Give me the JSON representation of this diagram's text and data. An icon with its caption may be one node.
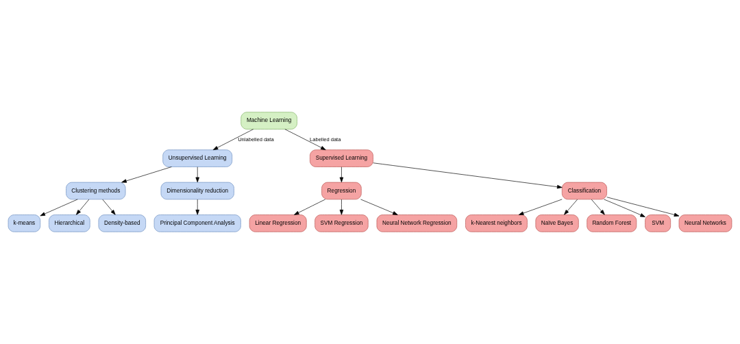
{
  "diagram": {
    "nodes": [
      {
        "text": [
          "Machine Learning"
        ]
      },
      {
        "text": [
          "Unsupervised Learning"
        ]
      },
      {
        "text": [
          "Supervised Learning"
        ]
      },
      {
        "text": [
          "Clustering methods"
        ]
      },
      {
        "text": [
          "Dimensionality reduction"
        ]
      },
      {
        "text": [
          "Regression"
        ]
      },
      {
        "text": [
          "Classification"
        ]
      },
      {
        "text": [
          "k-means"
        ]
      },
      {
        "text": [
          "Hierarchical"
        ]
      },
      {
        "text": [
          "Principal Component Analysis"
        ]
      },
      {
        "text": [
          "Linear Regression"
        ]
      },
      {
        "text": [
          "SVM Regression"
        ]
      },
      {
        "text": [
          "k-Nearest neighbors"
        ]
      },
      {
        "text": [
          "Naïve Bayes"
        ]
      },
      {
        "text": [
          "Density-based"
        ]
      },
      {
        "text": [
          "Neural Network Regression"
        ]
      },
      {
        "text": [
          "Random Forest"
        ]
      },
      {
        "text": [
          "SVM"
        ]
      },
      {
        "text": [
          "Neural Networks"
        ]
      }
    ],
    "edges": [
      {
        "from": 0,
        "to": 1,
        "arrow": "to",
        "label": "Unlabelled data"
      },
      {
        "from": 0,
        "to": 2,
        "arrow": "to",
        "label": "Labelled data"
      },
      {
        "from": 1,
        "to": 3,
        "arrow": "to"
      },
      {
        "from": 1,
        "to": 4,
        "arrow": "to"
      },
      {
        "from": 2,
        "to": 5,
        "arrow": "to"
      },
      {
        "from": 2,
        "to": 6,
        "arrow": "to"
      },
      {
        "from": 3,
        "to": 7,
        "arrow": "to"
      },
      {
        "from": 3,
        "to": 14,
        "arrow": "to"
      },
      {
        "from": 3,
        "to": 8,
        "arrow": "to"
      },
      {
        "from": 4,
        "to": 9,
        "arrow": "to"
      },
      {
        "from": 5,
        "to": 10,
        "arrow": "to"
      },
      {
        "from": 5,
        "to": 15,
        "arrow": "to"
      },
      {
        "from": 5,
        "to": 11,
        "arrow": "to"
      },
      {
        "from": 6,
        "to": 12,
        "arrow": "to"
      },
      {
        "from": 6,
        "to": 16,
        "arrow": "to"
      },
      {
        "from": 6,
        "to": 18,
        "arrow": "to"
      },
      {
        "from": 6,
        "to": 17,
        "arrow": "to"
      },
      {
        "from": 6,
        "to": 13,
        "arrow": "to"
      }
    ]
  }
}
